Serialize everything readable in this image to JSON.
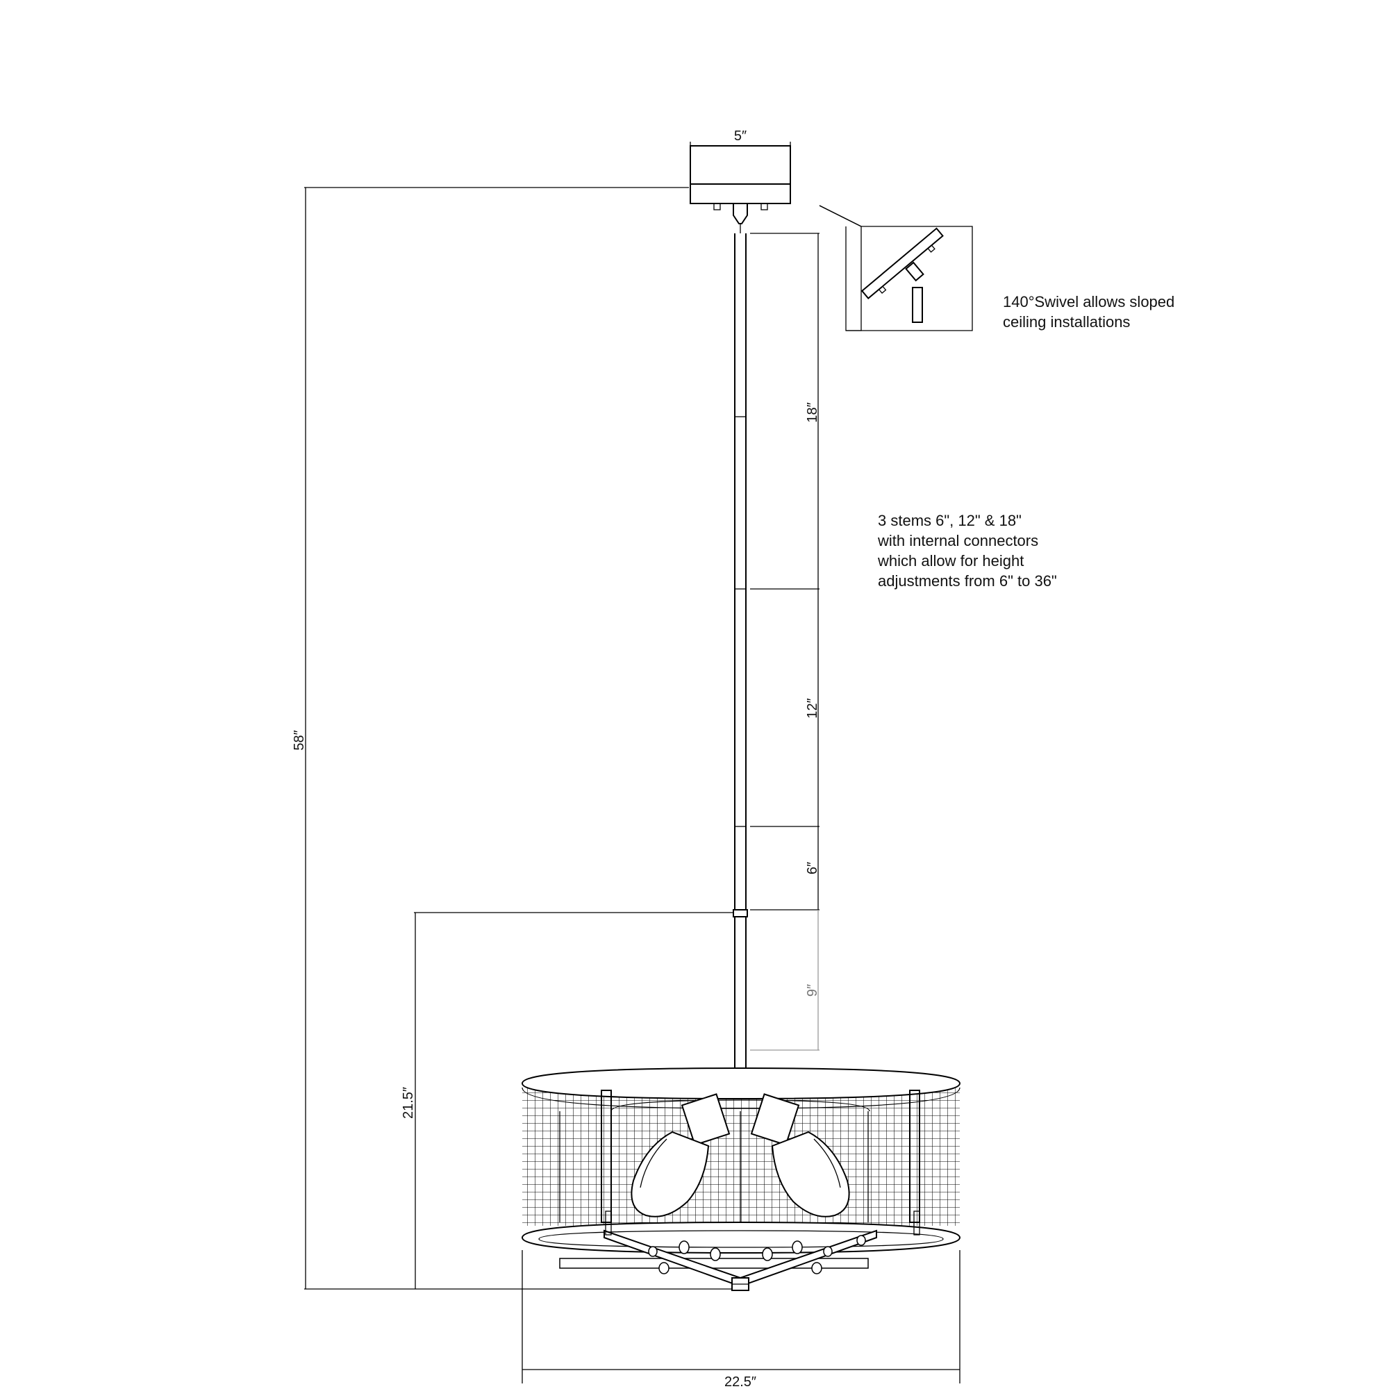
{
  "dimensions": {
    "canopy_width": "5″",
    "overall_height": "58″",
    "stem_18": "18″",
    "stem_12": "12″",
    "stem_6": "6″",
    "fixed_stem": "9″",
    "fixture_height": "21.5″",
    "fixture_width": "22.5″"
  },
  "notes": {
    "swivel": "140°Swivel allows sloped\nceiling installations",
    "stems": "3 stems 6\", 12\" & 18\"\nwith internal connectors\nwhich allow for height\nadjustments from 6\" to 36\""
  }
}
